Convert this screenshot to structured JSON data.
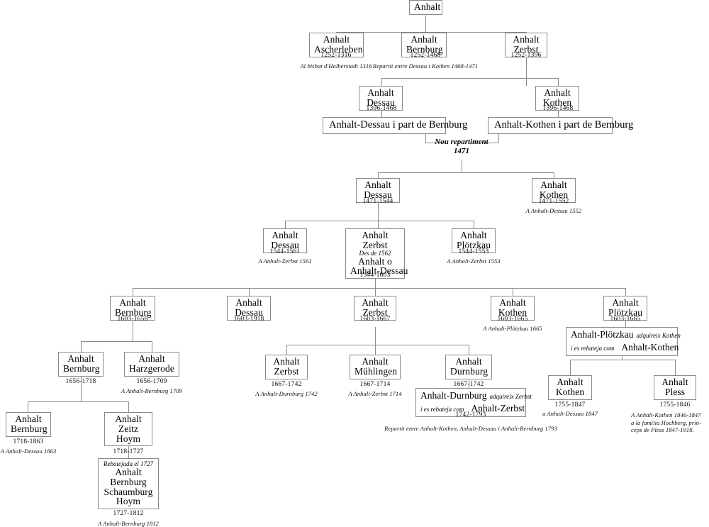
{
  "meta": {
    "title": "Anhalt",
    "language": "Catalan",
    "diagram_type": "dynastic-partition-tree",
    "line_color": "#8b8b8b",
    "box_border_color": "#8a8a8a",
    "text_color": "#000000",
    "background": "#ffffff"
  },
  "nodes": {
    "root": {
      "name": "Anhalt"
    },
    "ascherleben": {
      "name_l1": "Anhalt",
      "name_l2": "Ascherleben",
      "years": "1252-1316",
      "note": "Al bisbat d'Halberstadt 1316"
    },
    "bernburg_1252": {
      "name_l1": "Anhalt",
      "name_l2": "Bernburg",
      "years": "1252-1468",
      "note": "Repartit entre Dessau i Kothen 1468-1471"
    },
    "zerbst_1252": {
      "name_l1": "Anhalt",
      "name_l2": "Zerbst",
      "years": "1252-1396"
    },
    "dessau_1396": {
      "name_l1": "Anhalt",
      "name_l2": "Dessau",
      "years": "1396-1468"
    },
    "kothen_1396": {
      "name_l1": "Anhalt",
      "name_l2": "Kothen",
      "years": "1396-1468"
    },
    "dessau_part": {
      "text": "Anhalt-Dessau i part de Bernburg"
    },
    "kothen_part": {
      "text": "Anhalt-Kothen i part de Bernburg"
    },
    "nou_repartiment": {
      "line1": "Nou repartiment",
      "line2": "1471"
    },
    "dessau_1471": {
      "name_l1": "Anhalt",
      "name_l2": "Dessau",
      "years": "1471-1544"
    },
    "kothen_1471": {
      "name_l1": "Anhalt",
      "name_l2": "Kothen",
      "years": "1471-1552",
      "note": "A Anhalt-Dessau 1552"
    },
    "dessau_1544": {
      "name_l1": "Anhalt",
      "name_l2": "Dessau",
      "years": "1544-1561",
      "note": "A Anhalt-Zerbst 1561"
    },
    "zerbst_1544": {
      "name_l1": "Anhalt",
      "name_l2": "Zerbst",
      "sub_italic": "Des de 1562",
      "name_l3": "Anhalt o",
      "name_l4": "Anhalt-Dessau",
      "years": "1544-1603"
    },
    "plotzkau_1544": {
      "name_l1": "Anhalt",
      "name_l2": "Plötzkau",
      "years": "1544-1553",
      "note": "A Anhalt-Zerbst 1553"
    },
    "bernburg_1603": {
      "name_l1": "Anhalt",
      "name_l2": "Bernburg",
      "years": "1603-1656"
    },
    "dessau_1603": {
      "name_l1": "Anhalt",
      "name_l2": "Dessau",
      "years": "1603-1918"
    },
    "zerbst_1603": {
      "name_l1": "Anhalt",
      "name_l2": "Zerbst",
      "years": "1603-1667"
    },
    "kothen_1603": {
      "name_l1": "Anhalt",
      "name_l2": "Kothen",
      "years": "1603-1665",
      "note": "A Anhalt-Plötzkau 1665"
    },
    "plotzkau_1603": {
      "name_l1": "Anhalt",
      "name_l2": "Plötzkau",
      "years": "1603-1665"
    },
    "plotzkau_merge": {
      "part1": "Anhalt-Plötzkau",
      "part2": "adquireix Kothen",
      "part3": "i es rebateja com",
      "part4": "Anhalt-Kothen"
    },
    "bernburg_1656": {
      "name_l1": "Anhalt",
      "name_l2": "Bernburg",
      "years": "1656-1718"
    },
    "harzgerode_1656": {
      "name_l1": "Anhalt",
      "name_l2": "Harzgerode",
      "years": "1656-1709",
      "note": "A Anhalt-Bernburg 1709"
    },
    "zerbst_1667": {
      "name_l1": "Anhalt",
      "name_l2": "Zerbst",
      "years": "1667-1742",
      "note": "A Anhalt-Durnburg 1742"
    },
    "muhlingen_1667": {
      "name_l1": "Anhalt",
      "name_l2": "Mühlingen",
      "years": "1667-1714",
      "note": "A Anhalt-Zerbst 1714"
    },
    "durnburg_1667": {
      "name_l1": "Anhalt",
      "name_l2": "Durnburg",
      "years": "1667-1742"
    },
    "durnburg_merge": {
      "part1": "Anhalt-Durnburg",
      "part2": "adquireix Zerbst",
      "part3": "i es rebateja com",
      "part4": "Anhalt-Zerbst",
      "years": "1742-1793",
      "note": "Repartit entre Anhalt-Kothen, Anhalt-Dessau i Anhalt-Bernburg 1793"
    },
    "kothen_1755": {
      "name_l1": "Anhalt",
      "name_l2": "Kothen",
      "years": "1755-1847",
      "note": "a Anhalt-Dessau 1847"
    },
    "pless_1755": {
      "name_l1": "Anhalt",
      "name_l2": "Pless",
      "years": "1755-1846",
      "note_l1": "A Anhalt-Kothen 1846-1847",
      "note_l2": "a la familia Hochberg, prín-",
      "note_l3": "ceps de Pless  1847-1918."
    },
    "bernburg_1718": {
      "name_l1": "Anhalt",
      "name_l2": "Bernburg",
      "years": "1718-1863",
      "note": "A Anhalt-Dessau 1863"
    },
    "zeitz_hoym_1718": {
      "name_l1": "Anhalt",
      "name_l2": "Zeitz",
      "name_l3": "Hoym",
      "years": "1718-1727"
    },
    "bernburg_schaumburg": {
      "sub_italic": "Rebatejada el 1727",
      "name_l1": "Anhalt",
      "name_l2": "Bernburg",
      "name_l3": "Schaumburg",
      "name_l4": "Hoym",
      "years": "1727-1812",
      "note": "A Anhalt-Bernburg 1812"
    }
  }
}
